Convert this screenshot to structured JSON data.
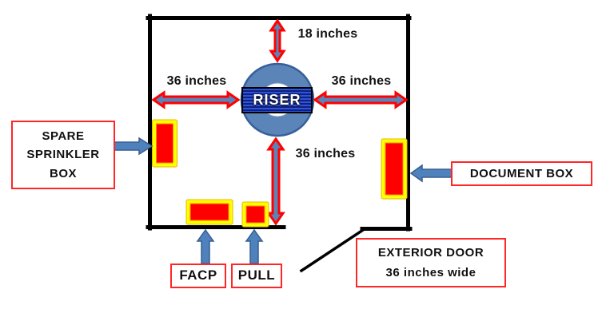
{
  "riser": {
    "label": "RISER"
  },
  "clearances": {
    "top": "18 inches",
    "left": "36 inches",
    "right": "36 inches",
    "bottom": "36 inches"
  },
  "callouts": {
    "spare": {
      "lines": [
        "SPARE",
        "SPRINKLER",
        "BOX"
      ]
    },
    "document": {
      "label": "DOCUMENT BOX"
    },
    "facp": {
      "label": "FACP"
    },
    "pull": {
      "label": "PULL"
    },
    "door": {
      "lines": [
        "EXTERIOR DOOR",
        "36 inches wide"
      ]
    }
  },
  "colors": {
    "wall_black": "#000000",
    "cabinet_red": "#ff0000",
    "cabinet_frame_yellow": "#ffff00",
    "pointer_arrow_blue": "#4f81bd",
    "clearance_arrow_outline_red": "#ff0000",
    "clearance_arrow_fill_blue": "#5b84b8",
    "riser_circle_blue": "#5b84b8",
    "riser_box_blue": "#1b3fd0",
    "callout_border_red": "#ff2626",
    "text_black": "#111111"
  }
}
